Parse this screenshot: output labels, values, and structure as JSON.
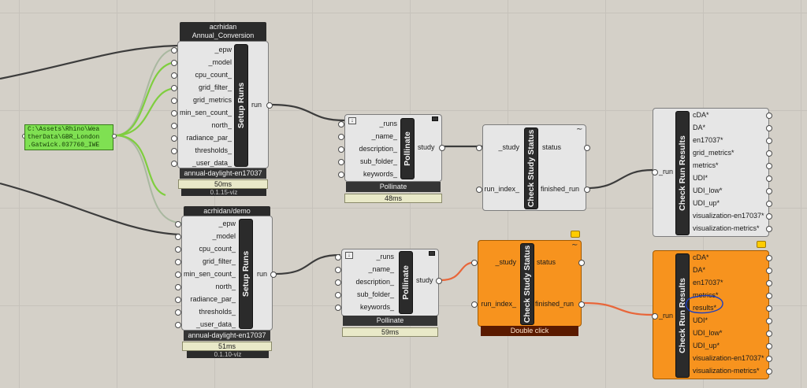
{
  "panel": {
    "path_line1": "C:\\Assets\\Rhino\\Wea",
    "path_line2": "therData\\GBR_London",
    "path_line3": ".Gatwick.037760_IWE"
  },
  "setup_runs_top": {
    "owner": "acrhidan",
    "name": "Annual_Conversion",
    "title": "Setup Runs",
    "inputs": [
      "_epw",
      "_model",
      "cpu_count_",
      "grid_filter_",
      "grid_metrics",
      "min_sen_count_",
      "north_",
      "radiance_par_",
      "thresholds_",
      "_user_data_"
    ],
    "output": "run",
    "footer": "annual-daylight-en17037",
    "timer": "50ms",
    "version": "0.1.15-viz"
  },
  "setup_runs_bottom": {
    "owner": "acrhidan/demo",
    "title": "Setup Runs",
    "inputs": [
      "_epw",
      "_model",
      "cpu_count_",
      "grid_filter_",
      "min_sen_count_",
      "north_",
      "radiance_par_",
      "thresholds_",
      "_user_data_"
    ],
    "output": "run",
    "footer": "annual-daylight-en17037",
    "timer": "51ms",
    "version": "0.1.10-viz"
  },
  "pollinate_top": {
    "title": "Pollinate",
    "inputs": [
      "_runs",
      "_name_",
      "description_",
      "sub_folder_",
      "keywords_"
    ],
    "output": "study",
    "footer": "Pollinate",
    "timer": "48ms"
  },
  "pollinate_bottom": {
    "title": "Pollinate",
    "inputs": [
      "_runs",
      "_name_",
      "description_",
      "sub_folder_",
      "keywords_"
    ],
    "output": "study",
    "footer": "Pollinate",
    "timer": "59ms"
  },
  "check_status_top": {
    "title": "Check Study Status",
    "inputs": [
      "_study",
      "run_index_"
    ],
    "outputs": [
      "status",
      "finished_run"
    ]
  },
  "check_status_bottom": {
    "title": "Check Study Status",
    "inputs": [
      "_study",
      "run_index_"
    ],
    "outputs": [
      "status",
      "finished_run"
    ],
    "footer": "Double click"
  },
  "check_results_top": {
    "title": "Check Run Results",
    "input": "_run",
    "outputs": [
      "cDA*",
      "DA*",
      "en17037*",
      "grid_metrics*",
      "metrics*",
      "UDI*",
      "UDI_low*",
      "UDI_up*",
      "visualization-en17037*",
      "visualization-metrics*"
    ]
  },
  "check_results_bottom": {
    "title": "Check Run Results",
    "input": "_run",
    "outputs": [
      "cDA*",
      "DA*",
      "en17037*",
      "metrics*",
      "results*",
      "UDI*",
      "UDI_low*",
      "UDI_up*",
      "visualization-en17037*",
      "visualization-metrics*"
    ]
  },
  "colors": {
    "canvas": "#d4d0c8",
    "wire_default": "#3c3c3c",
    "wire_selected": "#7fce3f",
    "wire_faded": "#a9b8a0",
    "wire_warning": "#e8663a",
    "component_orange": "#f7931e",
    "panel_green": "#7fe052",
    "annotation_ink": "#1e3fbf"
  }
}
